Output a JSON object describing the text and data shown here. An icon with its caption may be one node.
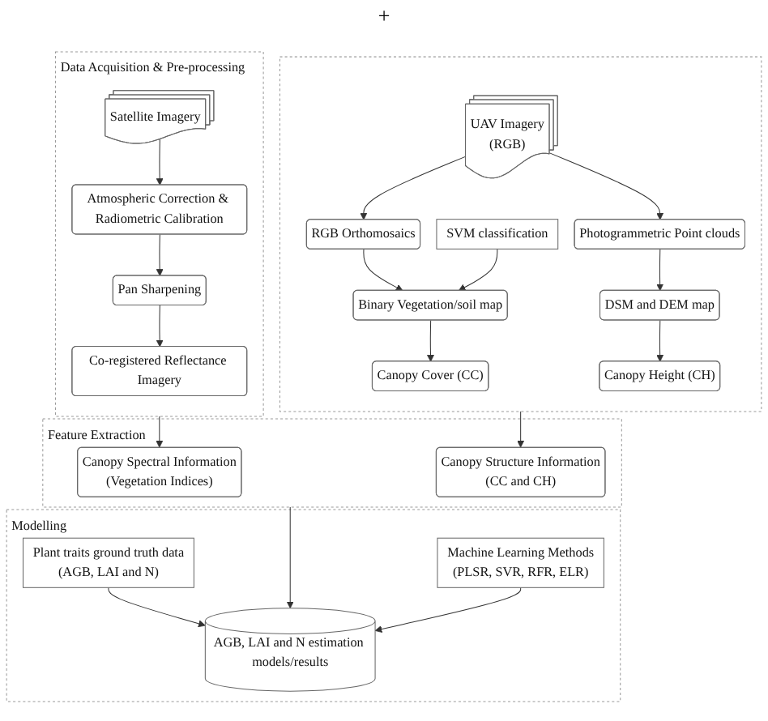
{
  "diagram": {
    "nodes": [
      {
        "text": [
          "Data Acquisition & Pre-processing"
        ]
      },
      {
        "text": [
          "Satellite Imagery"
        ],
        "in": 0
      },
      {
        "text": [
          "Atmospheric Correction & Radiometric Calibration"
        ],
        "in": 0
      },
      {
        "text": [
          "Pan Sharpening"
        ],
        "in": 0
      },
      {
        "text": [
          "Co-registered Reflectance Imagery"
        ],
        "in": 0
      },
      {
        "text": [],
        "shape": "box"
      },
      {
        "text": [
          "UAV Imagery",
          "(RGB)"
        ],
        "in": 5
      },
      {
        "text": [
          "RGB Orthomosaics"
        ],
        "in": 5
      },
      {
        "text": [
          "Photogrammetric Point clouds"
        ],
        "in": 5
      },
      {
        "text": [
          "SVM classification"
        ],
        "in": 5
      },
      {
        "text": [
          "Binary Vegetation/soil map"
        ],
        "in": 5
      },
      {
        "text": [
          "DSM and DEM map"
        ],
        "in": 5
      },
      {
        "text": [
          "Canopy Cover (CC)"
        ],
        "in": 5
      },
      {
        "text": [
          "Canopy Height (CH)"
        ],
        "in": 5
      },
      {
        "text": [
          "Feature Extraction"
        ]
      },
      {
        "text": [
          "Canopy Spectral Information",
          "(Vegetation Indices)"
        ],
        "in": 14
      },
      {
        "text": [
          "Canopy Structure Information",
          "(CC and CH)"
        ],
        "in": 14
      },
      {
        "text": [
          "Modelling"
        ]
      },
      {
        "text": [
          "Plant traits ground truth data",
          "(AGB, LAI and N)"
        ],
        "in": 17
      },
      {
        "text": [
          "Machine Learning Methods",
          "(PLSR, SVR, RFR, ELR)"
        ],
        "in": 17
      },
      {
        "text": [
          "AGB, LAI and N estimation models/results"
        ],
        "in": 17
      }
    ],
    "edges": [
      {
        "from": 1,
        "to": 2,
        "arrow": "to"
      },
      {
        "from": 2,
        "to": 3,
        "arrow": "to"
      },
      {
        "from": 3,
        "to": 4,
        "arrow": "to"
      },
      {
        "from": 6,
        "to": 7,
        "arrow": "to"
      },
      {
        "from": 6,
        "to": 8,
        "arrow": "to"
      },
      {
        "from": 7,
        "to": 10,
        "arrow": "to"
      },
      {
        "from": 9,
        "to": 10,
        "arrow": "to"
      },
      {
        "from": 8,
        "to": 11,
        "arrow": "to"
      },
      {
        "from": 10,
        "to": 12,
        "arrow": "to"
      },
      {
        "from": 11,
        "to": 13,
        "arrow": "to"
      },
      {
        "from": 0,
        "to": 15,
        "arrow": "to"
      },
      {
        "from": 5,
        "to": 16,
        "arrow": "to"
      },
      {
        "from": 14,
        "to": 20,
        "arrow": "to"
      },
      {
        "from": 18,
        "to": 20,
        "arrow": "to"
      },
      {
        "from": 19,
        "to": 20,
        "arrow": "to"
      }
    ],
    "labels": [
      "+"
    ]
  }
}
